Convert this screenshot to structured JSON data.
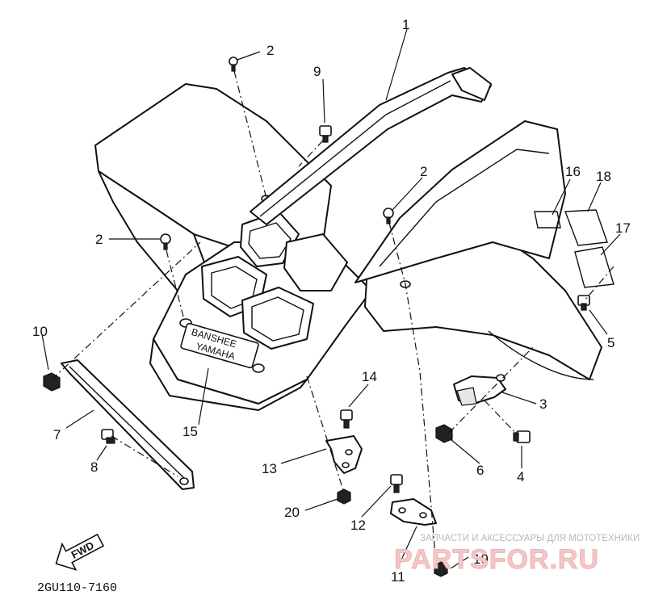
{
  "diagram": {
    "callouts": [
      "1",
      "2",
      "2",
      "2",
      "3",
      "4",
      "5",
      "6",
      "7",
      "8",
      "9",
      "10",
      "11",
      "12",
      "13",
      "14",
      "15",
      "16",
      "17",
      "18",
      "19",
      "20"
    ],
    "emblem": {
      "brand": "BANSHEE",
      "maker": "YAMAHA"
    },
    "fwd_label": "FWD",
    "drawing_code": "2GU110-7160"
  },
  "watermark": {
    "caption": "ЗАПЧАСТИ И АКСЕССУАРЫ ДЛЯ МОТОТЕХНИКИ",
    "site": "PARTSFOR.RU"
  }
}
